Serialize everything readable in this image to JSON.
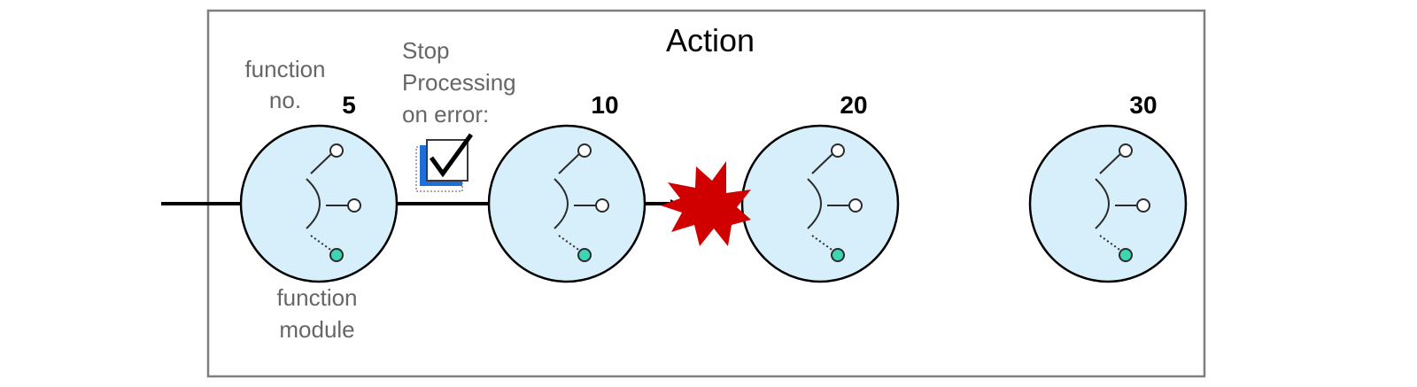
{
  "diagram": {
    "title": "Action",
    "labels": {
      "function_no": [
        "function",
        "no."
      ],
      "stop_processing": [
        "Stop",
        "Processing",
        "on error:"
      ],
      "function_module": [
        "function",
        "module"
      ]
    },
    "checkbox": {
      "checked": true,
      "icon": "checkbox-checked-icon"
    },
    "error_icon": "error-burst-icon",
    "nodes": [
      {
        "number": "5"
      },
      {
        "number": "10"
      },
      {
        "number": "20"
      },
      {
        "number": "30"
      }
    ],
    "colors": {
      "node_fill": "#d6effb",
      "active_dot": "#3dd6b5",
      "error": "#d00000",
      "checkbox_blue": "#1e6fd9",
      "frame": "#7f7f7f"
    }
  }
}
